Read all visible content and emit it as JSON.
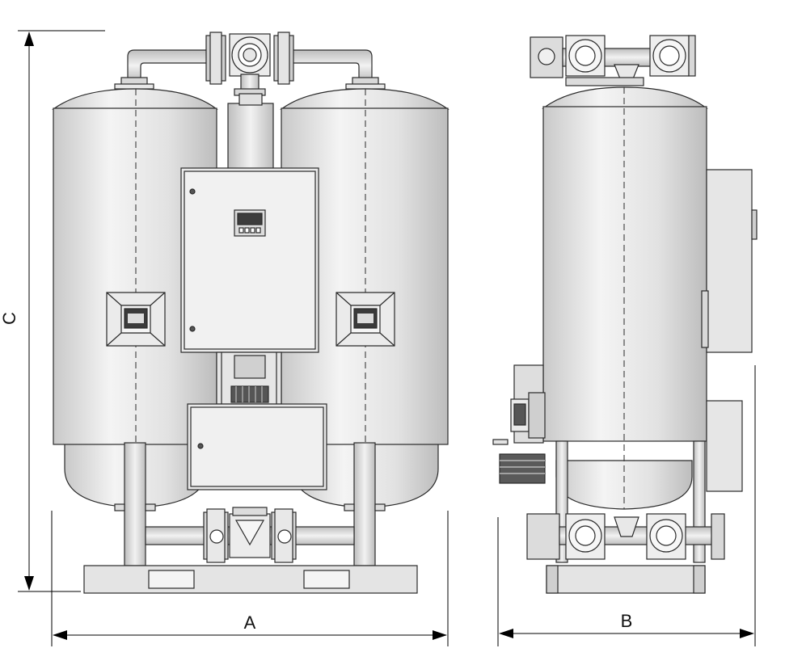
{
  "dimensions": {
    "width_front": "A",
    "depth_side": "B",
    "height": "C"
  },
  "colors": {
    "outline": "#2a2a2a",
    "steel_light": "#f0f0f0",
    "steel_mid": "#d8d8d8",
    "steel_dark": "#b8b8b8",
    "dimension_line": "#000000"
  }
}
